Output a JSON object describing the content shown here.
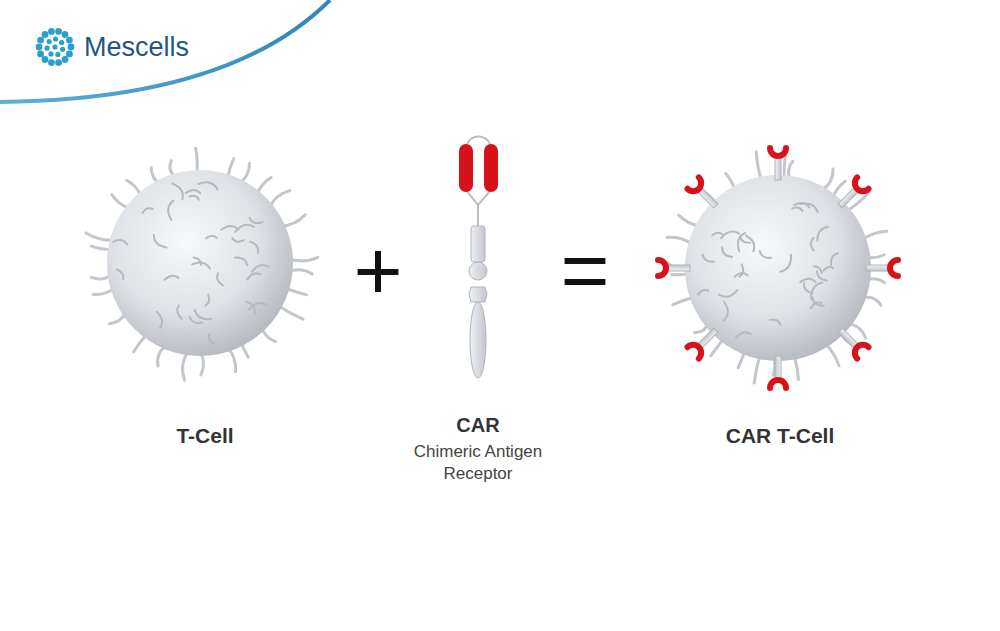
{
  "diagram": {
    "labels": [
      "Mescells",
      "T-Cell",
      "+",
      "CAR",
      "Chimeric Antigen Receptor",
      "=",
      "CAR T-Cell"
    ]
  }
}
